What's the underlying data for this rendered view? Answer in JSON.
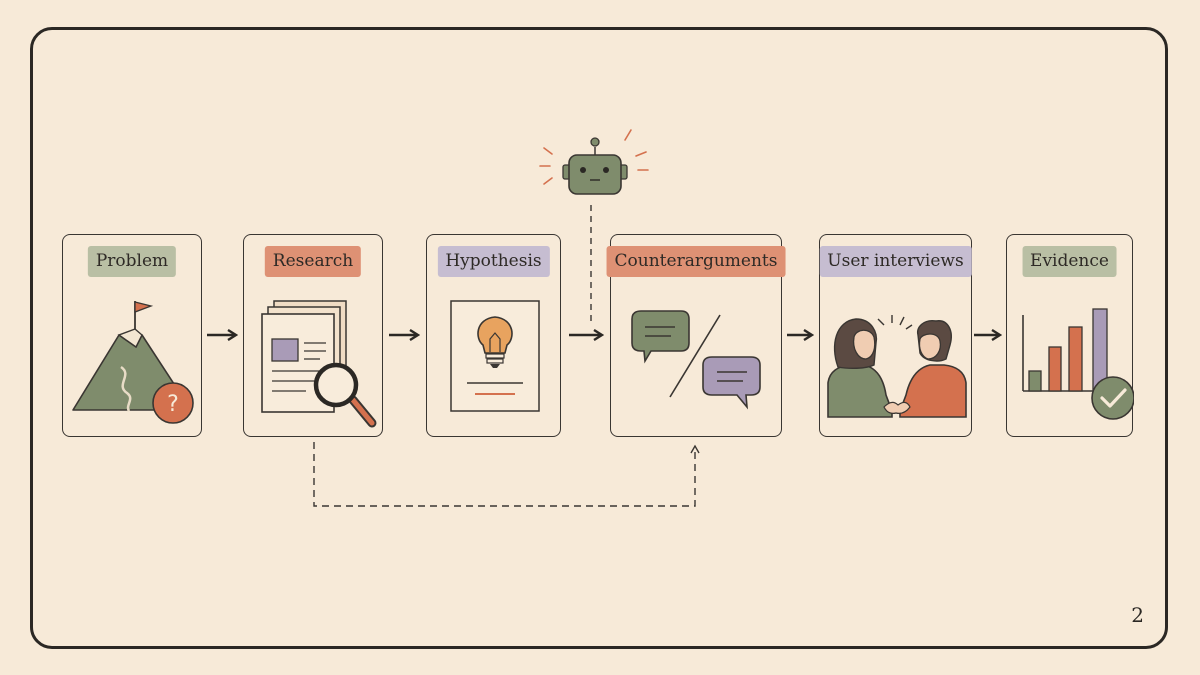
{
  "steps": [
    {
      "label": "Problem"
    },
    {
      "label": "Research"
    },
    {
      "label": "Hypothesis"
    },
    {
      "label": "Counterarguments"
    },
    {
      "label": "User interviews"
    },
    {
      "label": "Evidence"
    }
  ],
  "page_number": "2",
  "colors": {
    "background": "#f7ead8",
    "outline": "#2b2824",
    "green": "#7f8c6c",
    "orange": "#d4714e",
    "purple": "#a99bb7"
  },
  "icons": [
    "mountain-flag-icon",
    "question-badge-icon",
    "documents-icon",
    "magnifier-icon",
    "lightbulb-icon",
    "speech-bubble-icon",
    "people-talking-icon",
    "bar-chart-icon",
    "check-badge-icon",
    "robot-icon"
  ]
}
